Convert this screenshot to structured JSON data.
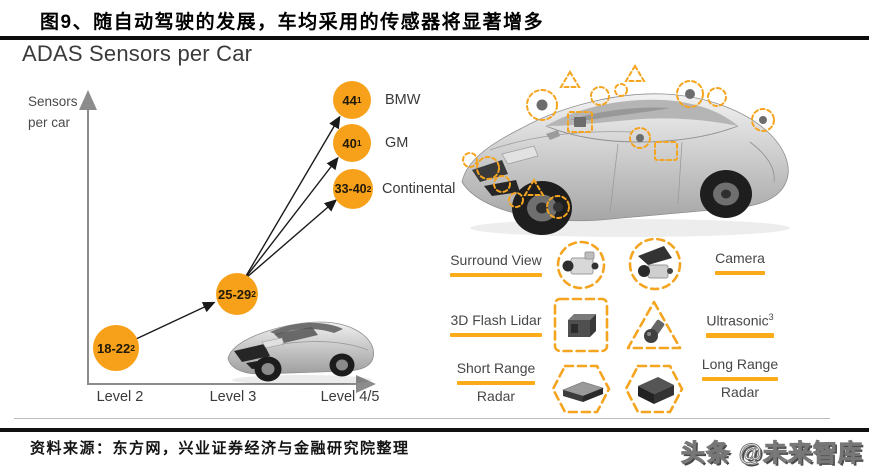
{
  "header": {
    "figure_title": "图9、随自动驾驶的发展，车均采用的传感器将显著增多"
  },
  "chart": {
    "title": "ADAS Sensors per Car",
    "y_axis_label_line1": "Sensors",
    "y_axis_label_line2": "per car",
    "levels": [
      "Level 2",
      "Level 3",
      "Level 4/5"
    ],
    "bubbles": [
      {
        "value": "18-22",
        "sup": "2"
      },
      {
        "value": "25-29",
        "sup": "2"
      },
      {
        "value": "33-40",
        "sup": "2",
        "brand": "Continental"
      },
      {
        "value": "40",
        "sup": "1",
        "brand": "GM"
      },
      {
        "value": "44",
        "sup": "1",
        "brand": "BMW"
      }
    ]
  },
  "chart_data": {
    "type": "scatter",
    "title": "ADAS Sensors per Car",
    "xlabel": "",
    "ylabel": "Sensors per car",
    "categories": [
      "Level 2",
      "Level 3",
      "Level 4/5"
    ],
    "points": [
      {
        "x": "Level 2",
        "label": "18-22",
        "y_min": 18,
        "y_max": 22,
        "footnote": "2"
      },
      {
        "x": "Level 3",
        "label": "25-29",
        "y_min": 25,
        "y_max": 29,
        "footnote": "2"
      },
      {
        "x": "Level 4/5",
        "label": "33-40",
        "y_min": 33,
        "y_max": 40,
        "footnote": "2",
        "brand": "Continental"
      },
      {
        "x": "Level 4/5",
        "label": "40",
        "y_min": 40,
        "y_max": 40,
        "footnote": "1",
        "brand": "GM"
      },
      {
        "x": "Level 4/5",
        "label": "44",
        "y_min": 44,
        "y_max": 44,
        "footnote": "1",
        "brand": "BMW"
      }
    ],
    "marker_color": "#F7A11A",
    "grid": false,
    "annotation": "arrows link rising sensor counts from Level 2 through Level 4/5"
  },
  "legend": {
    "rows": [
      {
        "left": {
          "label": "Surround View"
        },
        "right": {
          "label": "Camera"
        },
        "icons": [
          "surround-view-camera-icon",
          "camera-icon"
        ]
      },
      {
        "left": {
          "label": "3D Flash Lidar"
        },
        "right": {
          "label": "Ultrasonic",
          "sup": "3"
        },
        "icons": [
          "3d-flash-lidar-icon",
          "ultrasonic-icon"
        ]
      },
      {
        "left": {
          "line1": "Short Range",
          "line2": "Radar"
        },
        "right": {
          "line1": "Long Range",
          "line2": "Radar"
        },
        "icons": [
          "short-range-radar-icon",
          "long-range-radar-icon"
        ]
      }
    ]
  },
  "footer": {
    "source": "资料来源：东方网，兴业证券经济与金融研究院整理",
    "watermark": "头条 @未来智库"
  },
  "colors": {
    "accent_orange": "#F5A41F",
    "bubble_fill": "#F7A11A",
    "underline_orange": "#FBAB18",
    "axis_gray": "#8c8c8c",
    "rule_black": "#0d0d0d"
  }
}
